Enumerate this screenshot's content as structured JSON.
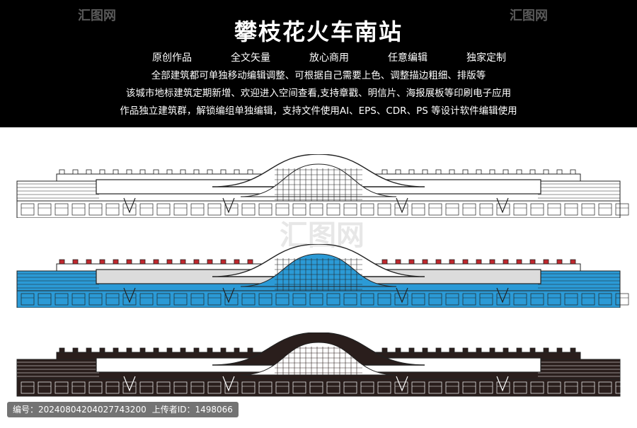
{
  "header": {
    "title": "攀枝花火车南站",
    "tags": [
      "原创作品",
      "全文矢量",
      "放心商用",
      "任意编辑",
      "独家定制"
    ],
    "line1": "全部建筑都可单独移动编辑调整、可根据自己需要上色、调整描边粗细、排版等",
    "line2": "该城市地标建筑定期新增、欢迎进入空间查看,支持章戳、明信片、海报展板等印刷电子应用",
    "line3": "作品独立建筑群，解锁编组单独编辑，支持文件使用AI、EPS、CDR、PS 等设计软件编辑使用"
  },
  "footer": {
    "id_label": "编号：",
    "id_value": "20240804204027743200",
    "uploader_label": "上传者ID：",
    "uploader_value": "1498066"
  },
  "watermark": {
    "text": "汇图网",
    "url": "huitu.com"
  },
  "colors": {
    "header_bg": "#000000",
    "blue": "#2b9ad6",
    "red": "#c0282e",
    "dark": "#2a1e1c",
    "light_gray": "#dcdcdc"
  },
  "illustrations": [
    {
      "variant": "outline"
    },
    {
      "variant": "color"
    },
    {
      "variant": "dark"
    }
  ]
}
